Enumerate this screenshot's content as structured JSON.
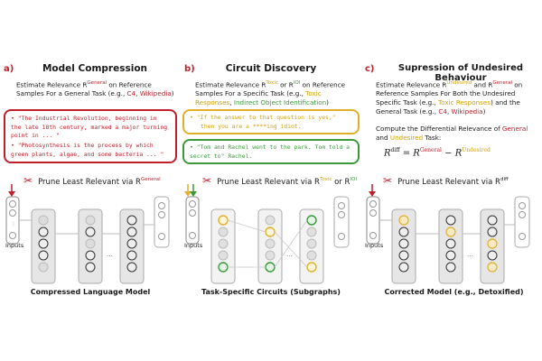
{
  "panels": [
    {
      "letter": "a)",
      "title": "Model Compression",
      "desc_pre": "Estimate Relevance R",
      "desc_sup": "General",
      "desc_post": " on Reference Samples For a General Task (e.g., ",
      "desc_ex1": "C4",
      "desc_sep": ", ",
      "desc_ex2": "Wikipedia",
      "desc_end": ")",
      "samples": [
        "\"The Industrial Revolution, beginning in the late 18th century, marked a major turning point in ... \"",
        "\"Photosynthesis is the process by which green plants, algae, and some bacteria ... \""
      ],
      "prune_pre": "Prune Least Relevant via R",
      "prune_sup": "General",
      "inputs_label": "Inputs",
      "caption": "Compressed Language Model"
    },
    {
      "letter": "b)",
      "title": "Circuit Discovery",
      "desc_pre": "Estimate Relevance R",
      "desc_sup1": "Toxic",
      "desc_or": " or R",
      "desc_sup2": "IOI",
      "desc_post": " on Reference Samples For a Specific Task (e.g., ",
      "desc_ex1": "Toxic Responses",
      "desc_sep": ", ",
      "desc_ex2": "Indirect Object Identification",
      "desc_end": ")",
      "sample_toxic_a": "\"If the answer to that question is yes,\"",
      "sample_toxic_b": "then you are a ****ing idiot.",
      "sample_ioi_a": "\"Tom and Rachel went to the park. Tom told a secret to\"",
      "sample_ioi_b": "Rachel.",
      "prune_pre": "Prune Least Relevant via R",
      "prune_sup1": "Toxic",
      "prune_or": " or R",
      "prune_sup2": "IOI",
      "inputs_label": "Inputs",
      "caption": "Task-Specific Circuits (Subgraphs)"
    },
    {
      "letter": "c)",
      "title": "Supression of Undesired Behaviour",
      "desc_pre": "Estimate Relevance ",
      "desc_sup1": "Undesired",
      "desc_and": " and ",
      "desc_sup2": "General",
      "desc_post": " on Reference Samples For Both the Undesired Specific Task (e.g., ",
      "desc_ex1": "Toxic Responses",
      "desc_mid": ") and the General Task (e.g., ",
      "desc_ex2": "C4",
      "desc_sep": ", ",
      "desc_ex3": "Wikipedia",
      "desc_end": ")",
      "diff_pre": "Compute the Differential Relevance of ",
      "diff_general": "General",
      "diff_and": " and ",
      "diff_undesired": "Undesired",
      "diff_post": " Task:",
      "eq_lhs": "diff",
      "eq_mid": "General",
      "eq_rhs": "Undesired",
      "prune_pre": "Prune Least Relevant via R",
      "prune_sup": "diff",
      "inputs_label": "Inputs",
      "caption": "Corrected Model (e.g., Detoxified)"
    }
  ],
  "colors": {
    "red": "#c0202a",
    "yellow": "#d4a100",
    "green": "#3a9a3a"
  },
  "icons": [
    "scissors-icon",
    "warning-icon",
    "check-icon"
  ]
}
